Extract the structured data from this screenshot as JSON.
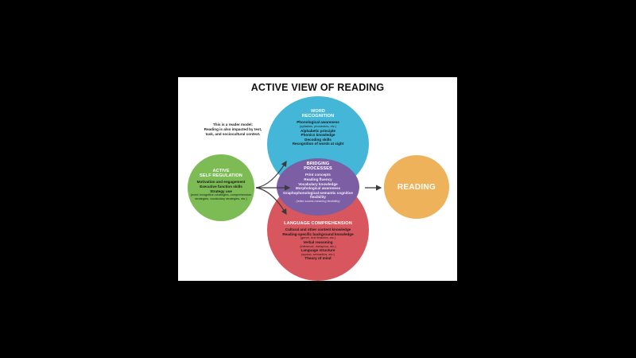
{
  "title": "ACTIVE VIEW OF READING",
  "note": [
    "This is a reader model:",
    "Reading is also impacted by text,",
    "task, and sociocultural context."
  ],
  "word_recognition": {
    "heading": [
      "WORD",
      "RECOGNITION"
    ],
    "items": [
      {
        "text": "Phonological awareness",
        "sub": "(syllables, phonemes, etc.)"
      },
      {
        "text": "Alphabetic principle",
        "sub": ""
      },
      {
        "text": "Phonics knowledge",
        "sub": ""
      },
      {
        "text": "Decoding skills",
        "sub": ""
      },
      {
        "text": "Recognition of words at sight",
        "sub": ""
      }
    ]
  },
  "bridging_processes": {
    "heading": [
      "BRIDGING",
      "PROCESSES"
    ],
    "items": [
      {
        "text": "Print concepts",
        "sub": ""
      },
      {
        "text": "Reading fluency",
        "sub": ""
      },
      {
        "text": "Vocabulary knowledge",
        "sub": ""
      },
      {
        "text": "Morphological awareness",
        "sub": ""
      },
      {
        "text": "Graphophonological-semantic cognitive flexibility",
        "sub": "(letter-sound-meaning flexibility)"
      }
    ]
  },
  "language_comprehension": {
    "heading": [
      "LANGUAGE COMPREHENSION"
    ],
    "items": [
      {
        "text": "Cultural and other content knowledge",
        "sub": ""
      },
      {
        "text": "Reading-specific background knowledge",
        "sub": "(genre, text features, etc.)"
      },
      {
        "text": "Verbal reasoning",
        "sub": "(inference, metaphor, etc.)"
      },
      {
        "text": "Language structure",
        "sub": "(syntax, semantics, etc.)"
      },
      {
        "text": "Theory of mind",
        "sub": ""
      }
    ]
  },
  "active_self_regulation": {
    "heading": [
      "ACTIVE",
      "SELF REGULATION"
    ],
    "items": [
      {
        "text": "Motivation and engagement",
        "sub": ""
      },
      {
        "text": "Executive function skills",
        "sub": ""
      },
      {
        "text": "Strategy use",
        "sub": "(word recognition strategies, comprehension strategies, vocabulary strategies, etc.)"
      }
    ]
  },
  "outcome": {
    "label": "READING"
  },
  "colors": {
    "word_recognition": "#44b6d8",
    "bridging": "#7b5ea4",
    "language_comprehension": "#d8565e",
    "self_regulation": "#7dbb55",
    "reading": "#eeb25a",
    "arrow": "#3a3a3a"
  }
}
